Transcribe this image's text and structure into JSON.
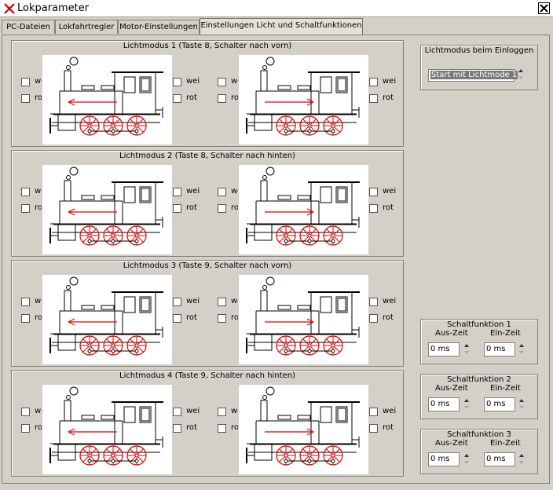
{
  "window": {
    "title": "Lokparameter",
    "icon": "x-logo-icon",
    "close_icon": "close-icon"
  },
  "tabs": [
    {
      "label": "PC-Dateien",
      "active": false
    },
    {
      "label": "Lokfahrtregler",
      "active": false
    },
    {
      "label": "Motor-Einstellungen",
      "active": false
    },
    {
      "label": "Einstellungen Licht und Schaltfunktionen",
      "active": true
    }
  ],
  "light_modes": [
    {
      "title": "Lichtmodus 1 (Taste 8, Schalter nach vorn)",
      "left": {
        "label_white": "wei",
        "label_red": "rot",
        "white_checked": false,
        "red_checked": false
      },
      "right": {
        "label_white": "wei",
        "label_red": "rot",
        "white_checked": false,
        "red_checked": false
      }
    },
    {
      "title": "Lichtmodus 2 (Taste 8, Schalter nach hinten)",
      "left": {
        "label_white": "wei",
        "label_red": "rot",
        "white_checked": false,
        "red_checked": false
      },
      "right": {
        "label_white": "wei",
        "label_red": "rot",
        "white_checked": false,
        "red_checked": false
      }
    },
    {
      "title": "Lichtmodus 3 (Taste 9, Schalter nach vorn)",
      "left": {
        "label_white": "wei",
        "label_red": "rot",
        "white_checked": false,
        "red_checked": false
      },
      "right": {
        "label_white": "wei",
        "label_red": "rot",
        "white_checked": false,
        "red_checked": false
      }
    },
    {
      "title": "Lichtmodus 4 (Taste 9, Schalter nach hinten)",
      "left": {
        "label_white": "wei",
        "label_red": "rot",
        "white_checked": false,
        "red_checked": false
      },
      "right": {
        "label_white": "wei",
        "label_red": "rot",
        "white_checked": false,
        "red_checked": false
      }
    }
  ],
  "login_mode": {
    "title": "Lichtmodus beim Einloggen",
    "selected": "Start mit Lichtmode 1"
  },
  "switch_functions": [
    {
      "title": "Schaltfunktion 1",
      "off_label": "Aus-Zeit",
      "on_label": "Ein-Zeit",
      "off_value": "0 ms",
      "on_value": "0 ms"
    },
    {
      "title": "Schaltfunktion 2",
      "off_label": "Aus-Zeit",
      "on_label": "Ein-Zeit",
      "off_value": "0 ms",
      "on_value": "0 ms"
    },
    {
      "title": "Schaltfunktion 3",
      "off_label": "Aus-Zeit",
      "on_label": "Ein-Zeit",
      "off_value": "0 ms",
      "on_value": "0 ms"
    }
  ],
  "colors": {
    "wheel_red": "#e00000",
    "arrow_red": "#e00000",
    "line": "#000000"
  }
}
